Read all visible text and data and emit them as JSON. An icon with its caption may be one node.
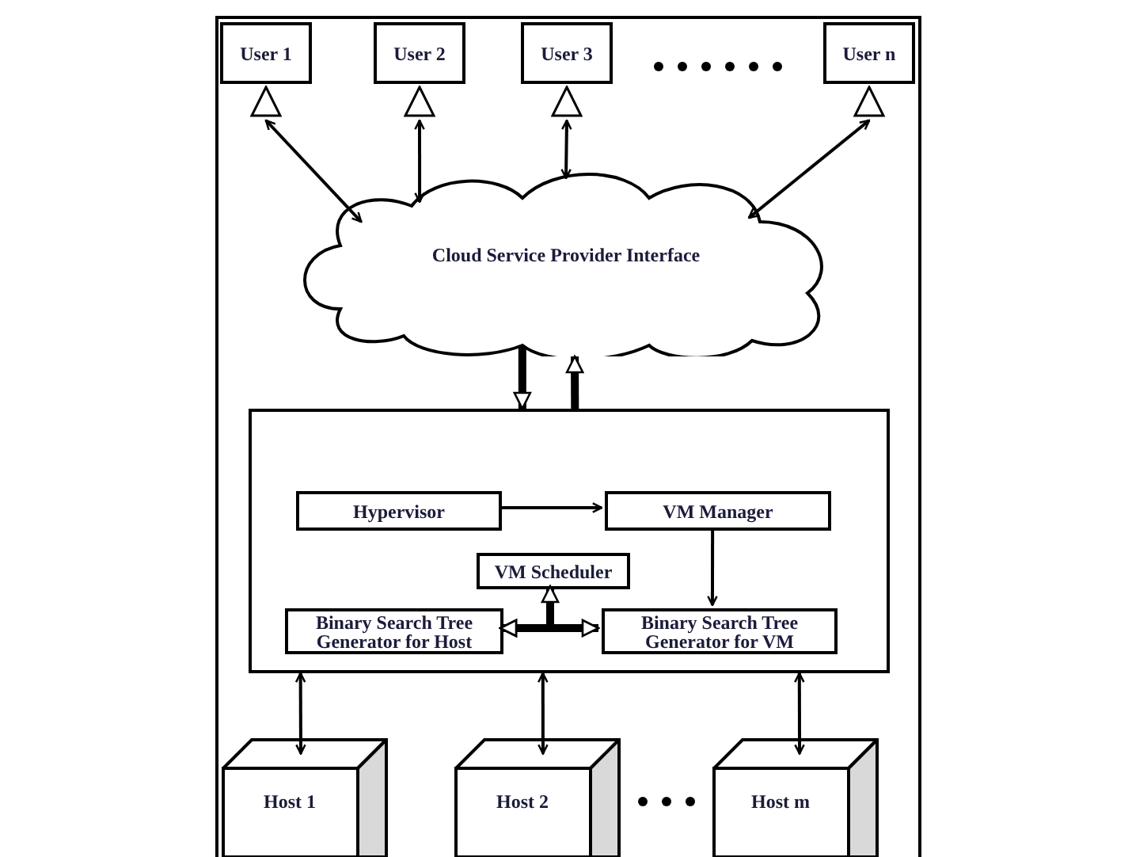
{
  "diagram": {
    "nodes": [
      {
        "text": [
          "User 1"
        ]
      },
      {
        "text": [
          "User 2"
        ]
      },
      {
        "text": [
          "User 3"
        ]
      },
      {
        "text": [
          "User n"
        ]
      },
      {
        "text": [
          "Cloud Service Provider Interface"
        ]
      },
      {
        "text": [],
        "shape": "box"
      },
      {
        "text": [
          "Hypervisor"
        ],
        "in": 5
      },
      {
        "text": [
          "VM Manager"
        ],
        "in": 5
      },
      {
        "text": [
          "VM Scheduler"
        ],
        "in": 5
      },
      {
        "text": [
          "Binary Search Tree Generator for Host"
        ],
        "in": 5
      },
      {
        "text": [
          "Binary Search Tree Generator for VM"
        ],
        "in": 5
      },
      {
        "text": [
          "Host 1"
        ]
      },
      {
        "text": [
          "Host 2"
        ]
      },
      {
        "text": [
          "Host m"
        ]
      }
    ],
    "edges": [
      {
        "from": 0,
        "to": 4,
        "arrow": "both"
      },
      {
        "from": 1,
        "to": 4,
        "arrow": "both"
      },
      {
        "from": 2,
        "to": 4,
        "arrow": "both"
      },
      {
        "from": 3,
        "to": 4,
        "arrow": "both"
      },
      {
        "from": 4,
        "to": 5,
        "arrow": "to",
        "style": "thick"
      },
      {
        "from": 5,
        "to": 4,
        "arrow": "to",
        "style": "thick"
      },
      {
        "from": 6,
        "to": 7,
        "arrow": "to"
      },
      {
        "from": 7,
        "to": 10,
        "arrow": "to"
      },
      {
        "from": 9,
        "to": 10,
        "arrow": "both",
        "style": "thick"
      },
      {
        "from": 8,
        "to": 9,
        "arrow": "both",
        "style": "thick"
      },
      {
        "from": 5,
        "to": 11,
        "arrow": "both"
      },
      {
        "from": 5,
        "to": 12,
        "arrow": "both"
      },
      {
        "from": 5,
        "to": 13,
        "arrow": "both"
      }
    ]
  }
}
